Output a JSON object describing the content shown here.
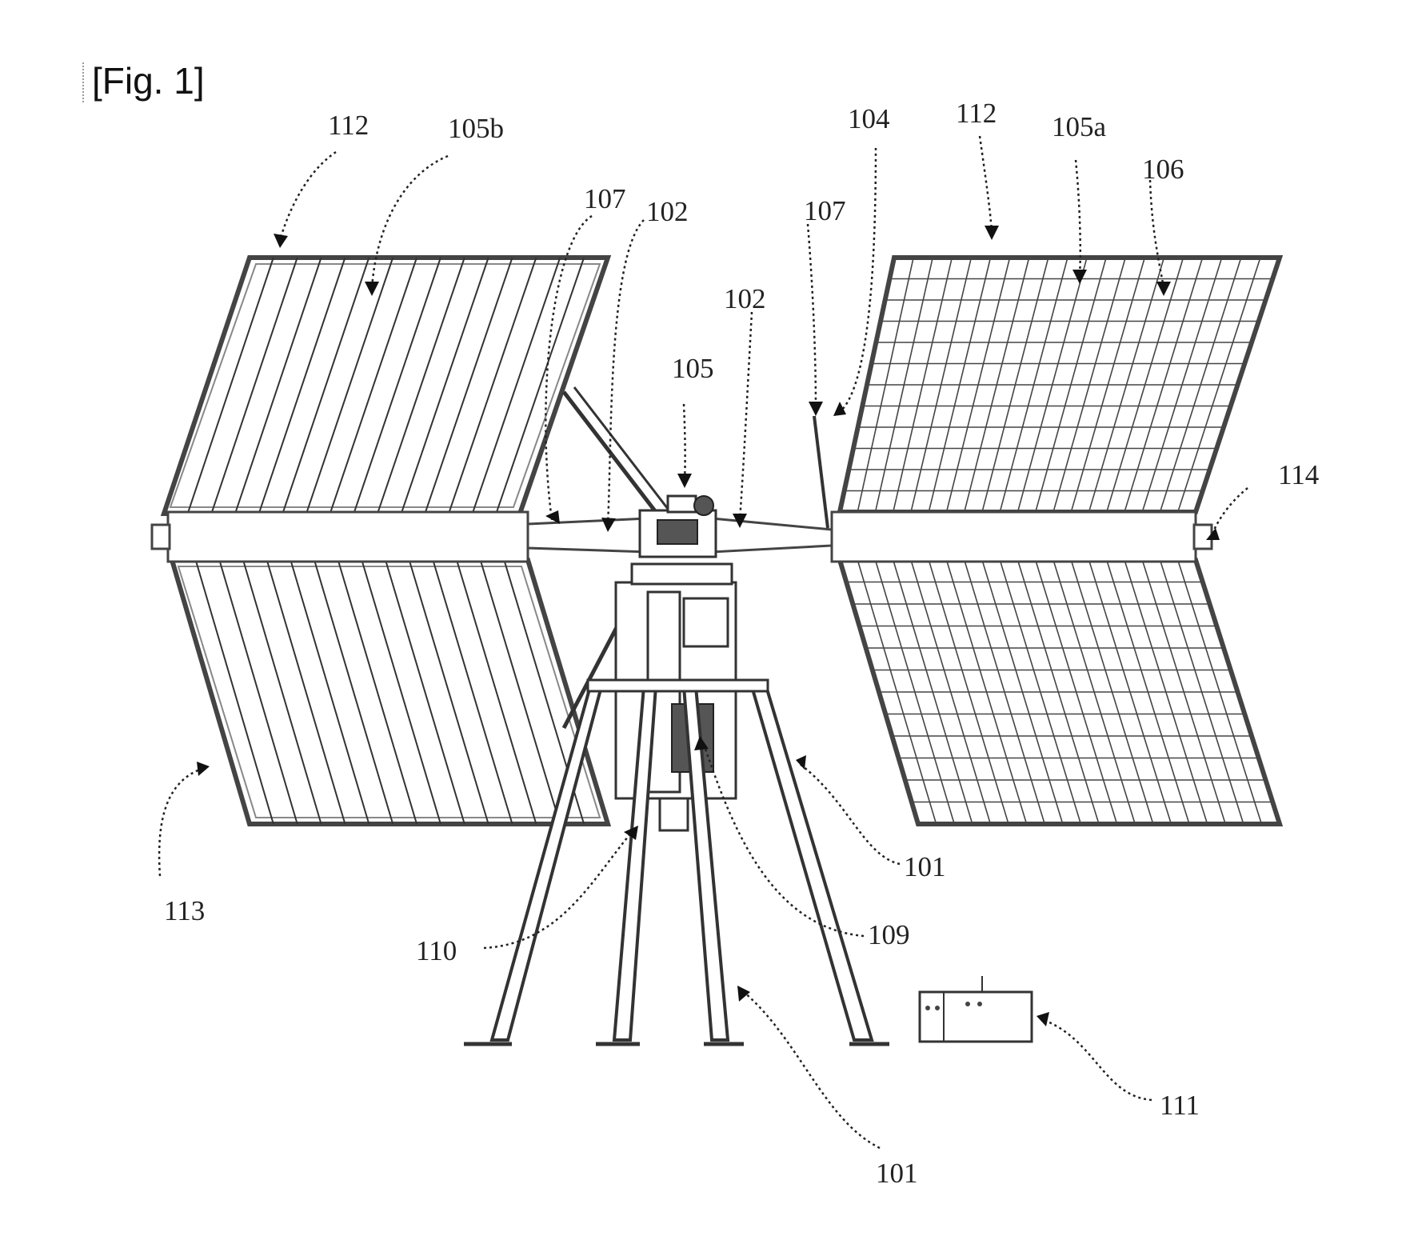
{
  "figure": {
    "title": "[Fig. 1]"
  },
  "labels": {
    "l112_left": "112",
    "l105b": "105b",
    "l107_left": "107",
    "l102_upper": "102",
    "l107_right": "107",
    "l104": "104",
    "l112_right": "112",
    "l105a": "105a",
    "l106": "106",
    "l102_center": "102",
    "l105": "105",
    "l114": "114",
    "l113": "113",
    "l101_right": "101",
    "l109": "109",
    "l110": "110",
    "l101_bottom": "101",
    "l111": "111"
  }
}
